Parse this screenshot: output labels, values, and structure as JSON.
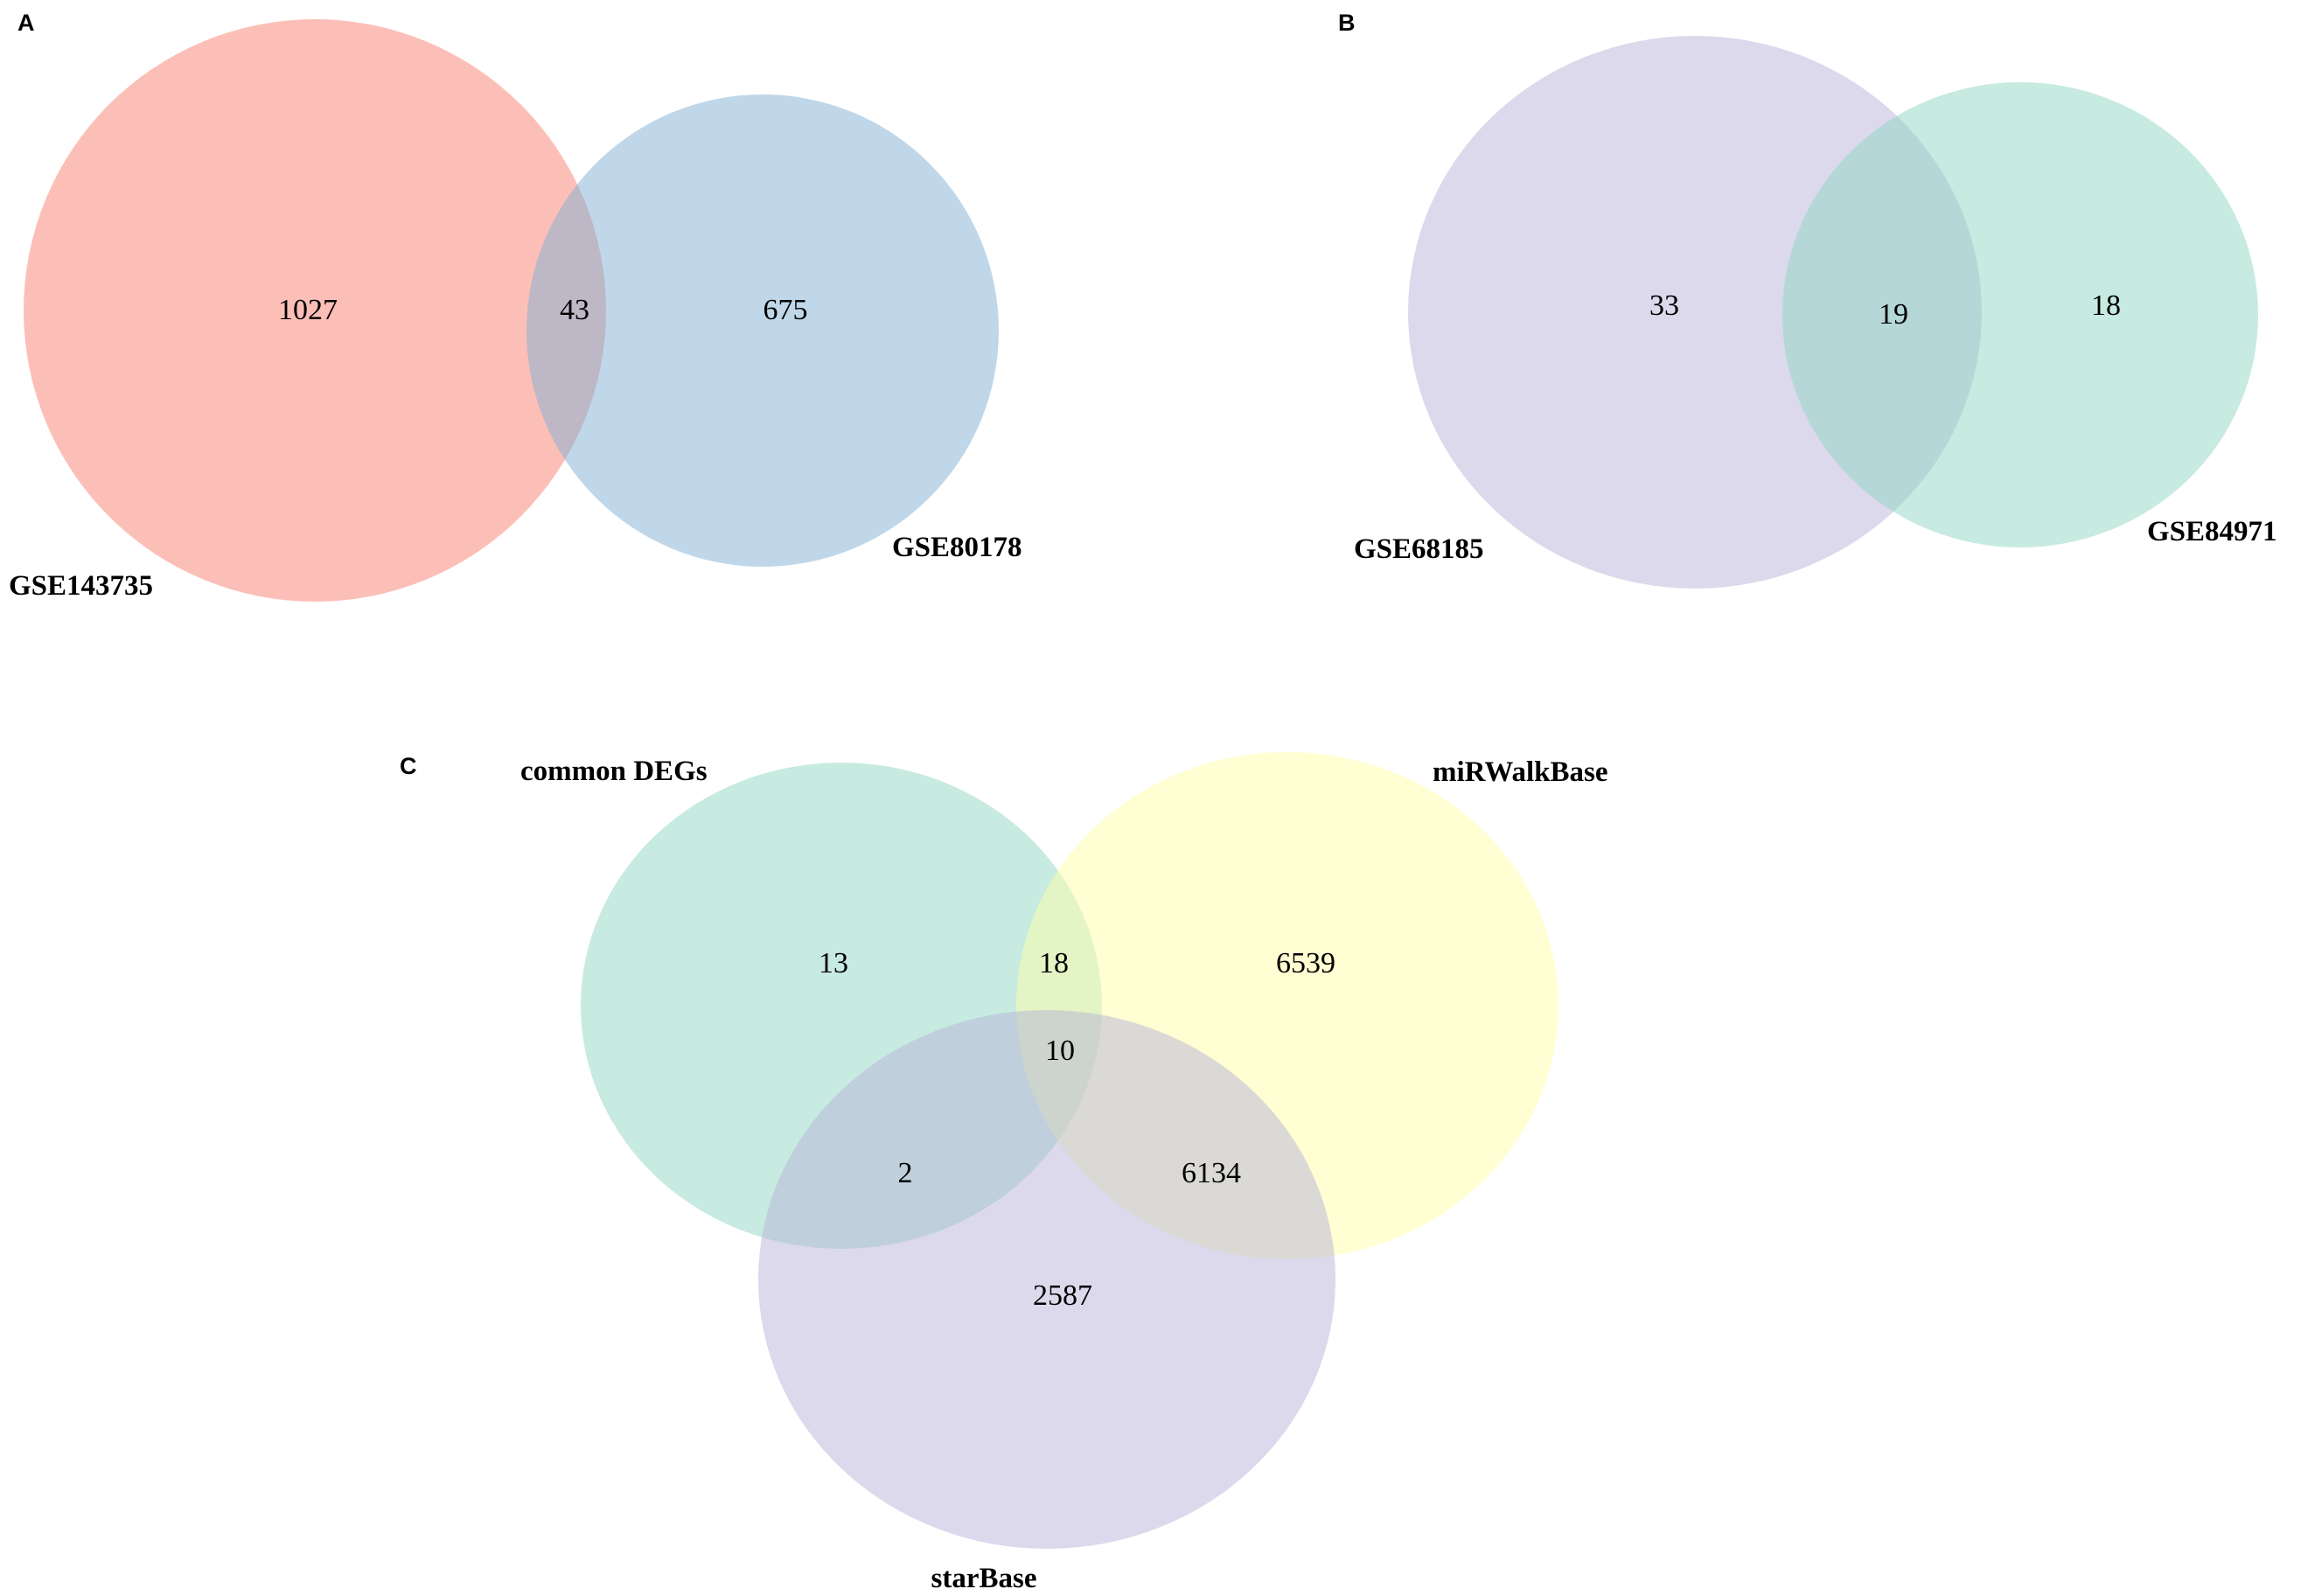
{
  "panels": [
    {
      "label": "A",
      "sets": [
        {
          "name": "GSE143735",
          "color": "#fa8072"
        },
        {
          "name": "GSE80178",
          "color": "#7fb0d4"
        }
      ],
      "regions": {
        "only_1": "1027",
        "both": "43",
        "only_2": "675"
      }
    },
    {
      "label": "B",
      "sets": [
        {
          "name": "GSE68185",
          "color": "#b8b3d8"
        },
        {
          "name": "GSE84971",
          "color": "#8fd5c4"
        }
      ],
      "regions": {
        "only_1": "33",
        "both": "19",
        "only_2": "18"
      }
    },
    {
      "label": "C",
      "sets": [
        {
          "name": "common DEGs",
          "color": "#8fd5c4"
        },
        {
          "name": "miRWalkBase",
          "color": "#ffffa8"
        },
        {
          "name": "starBase",
          "color": "#b8b3d8"
        }
      ],
      "regions": {
        "only_1": "13",
        "only_1_2": "18",
        "only_2": "6539",
        "all": "10",
        "only_1_3": "2",
        "only_2_3": "6134",
        "only_3": "2587"
      }
    }
  ]
}
